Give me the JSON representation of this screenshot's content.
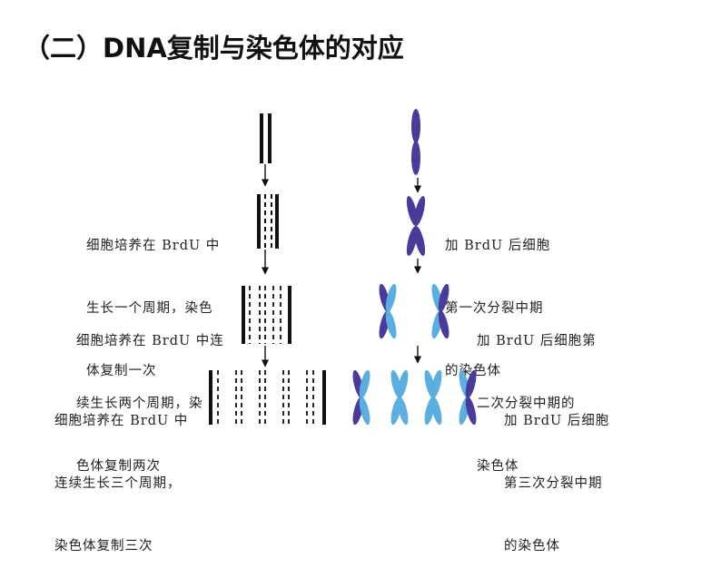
{
  "title": "（二）DNA复制与染色体的对应",
  "left_labels": [
    [
      "细胞培养在 BrdU 中",
      "生长一个周期，染色",
      "体复制一次"
    ],
    [
      "细胞培养在 BrdU 中连",
      "续生长两个周期，染",
      "色体复制两次"
    ],
    [
      "细胞培养在 BrdU 中",
      "连续生长三个周期，",
      "染色体复制三次"
    ]
  ],
  "right_labels": [
    [
      "加 BrdU 后细胞",
      "第一次分裂中期",
      "的染色体"
    ],
    [
      "加 BrdU 后细胞第",
      "二次分裂中期的",
      "染色体"
    ],
    [
      "加 BrdU 后细胞",
      "第三次分裂中期",
      "的染色体"
    ]
  ],
  "colors": {
    "dark_chromatid": "#4a3a9a",
    "light_chromatid": "#5aaee0",
    "strand": "#111111"
  }
}
